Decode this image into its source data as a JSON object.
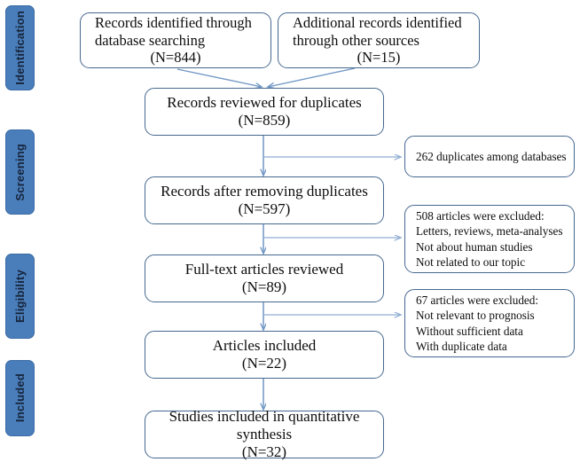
{
  "diagram": {
    "title": "PRISMA study selection flow diagram",
    "accent_color": "#4a7ebb",
    "box_border_color": "#46688f",
    "connector_color": "#6f96c4"
  },
  "phases": [
    {
      "label": "Identification"
    },
    {
      "label": "Screening"
    },
    {
      "label": "Eligibility"
    },
    {
      "label": "Included"
    }
  ],
  "boxes": {
    "records_database": {
      "line1": "Records identified through",
      "line2": "database searching",
      "line3": "(N=844)"
    },
    "records_other": {
      "line1": "Additional records identified",
      "line2": "through other sources",
      "line3": "(N=15)"
    },
    "reviewed_duplicates": {
      "line1": "Records reviewed for duplicates",
      "line2": "(N=859)"
    },
    "after_duplicates": {
      "line1": "Records after removing duplicates",
      "line2": "(N=597)"
    },
    "fulltext_reviewed": {
      "line1": "Full-text articles reviewed",
      "line2": "(N=89)"
    },
    "articles_included": {
      "line1": "Articles included",
      "line2": "(N=22)"
    },
    "quantitative_synthesis": {
      "line1": "Studies included in quantitative",
      "line2": "synthesis",
      "line3": "(N=32)"
    }
  },
  "notes": {
    "duplicates_note": {
      "line1": "262 duplicates among databases"
    },
    "excluded_508": {
      "line1": "508 articles were excluded:",
      "line2": "Letters, reviews, meta-analyses",
      "line3": "Not about human studies",
      "line4": "Not related to our topic"
    },
    "excluded_67": {
      "line1": "67 articles were excluded:",
      "line2": "Not relevant to prognosis",
      "line3": "Without sufficient data",
      "line4": "With duplicate data"
    }
  }
}
